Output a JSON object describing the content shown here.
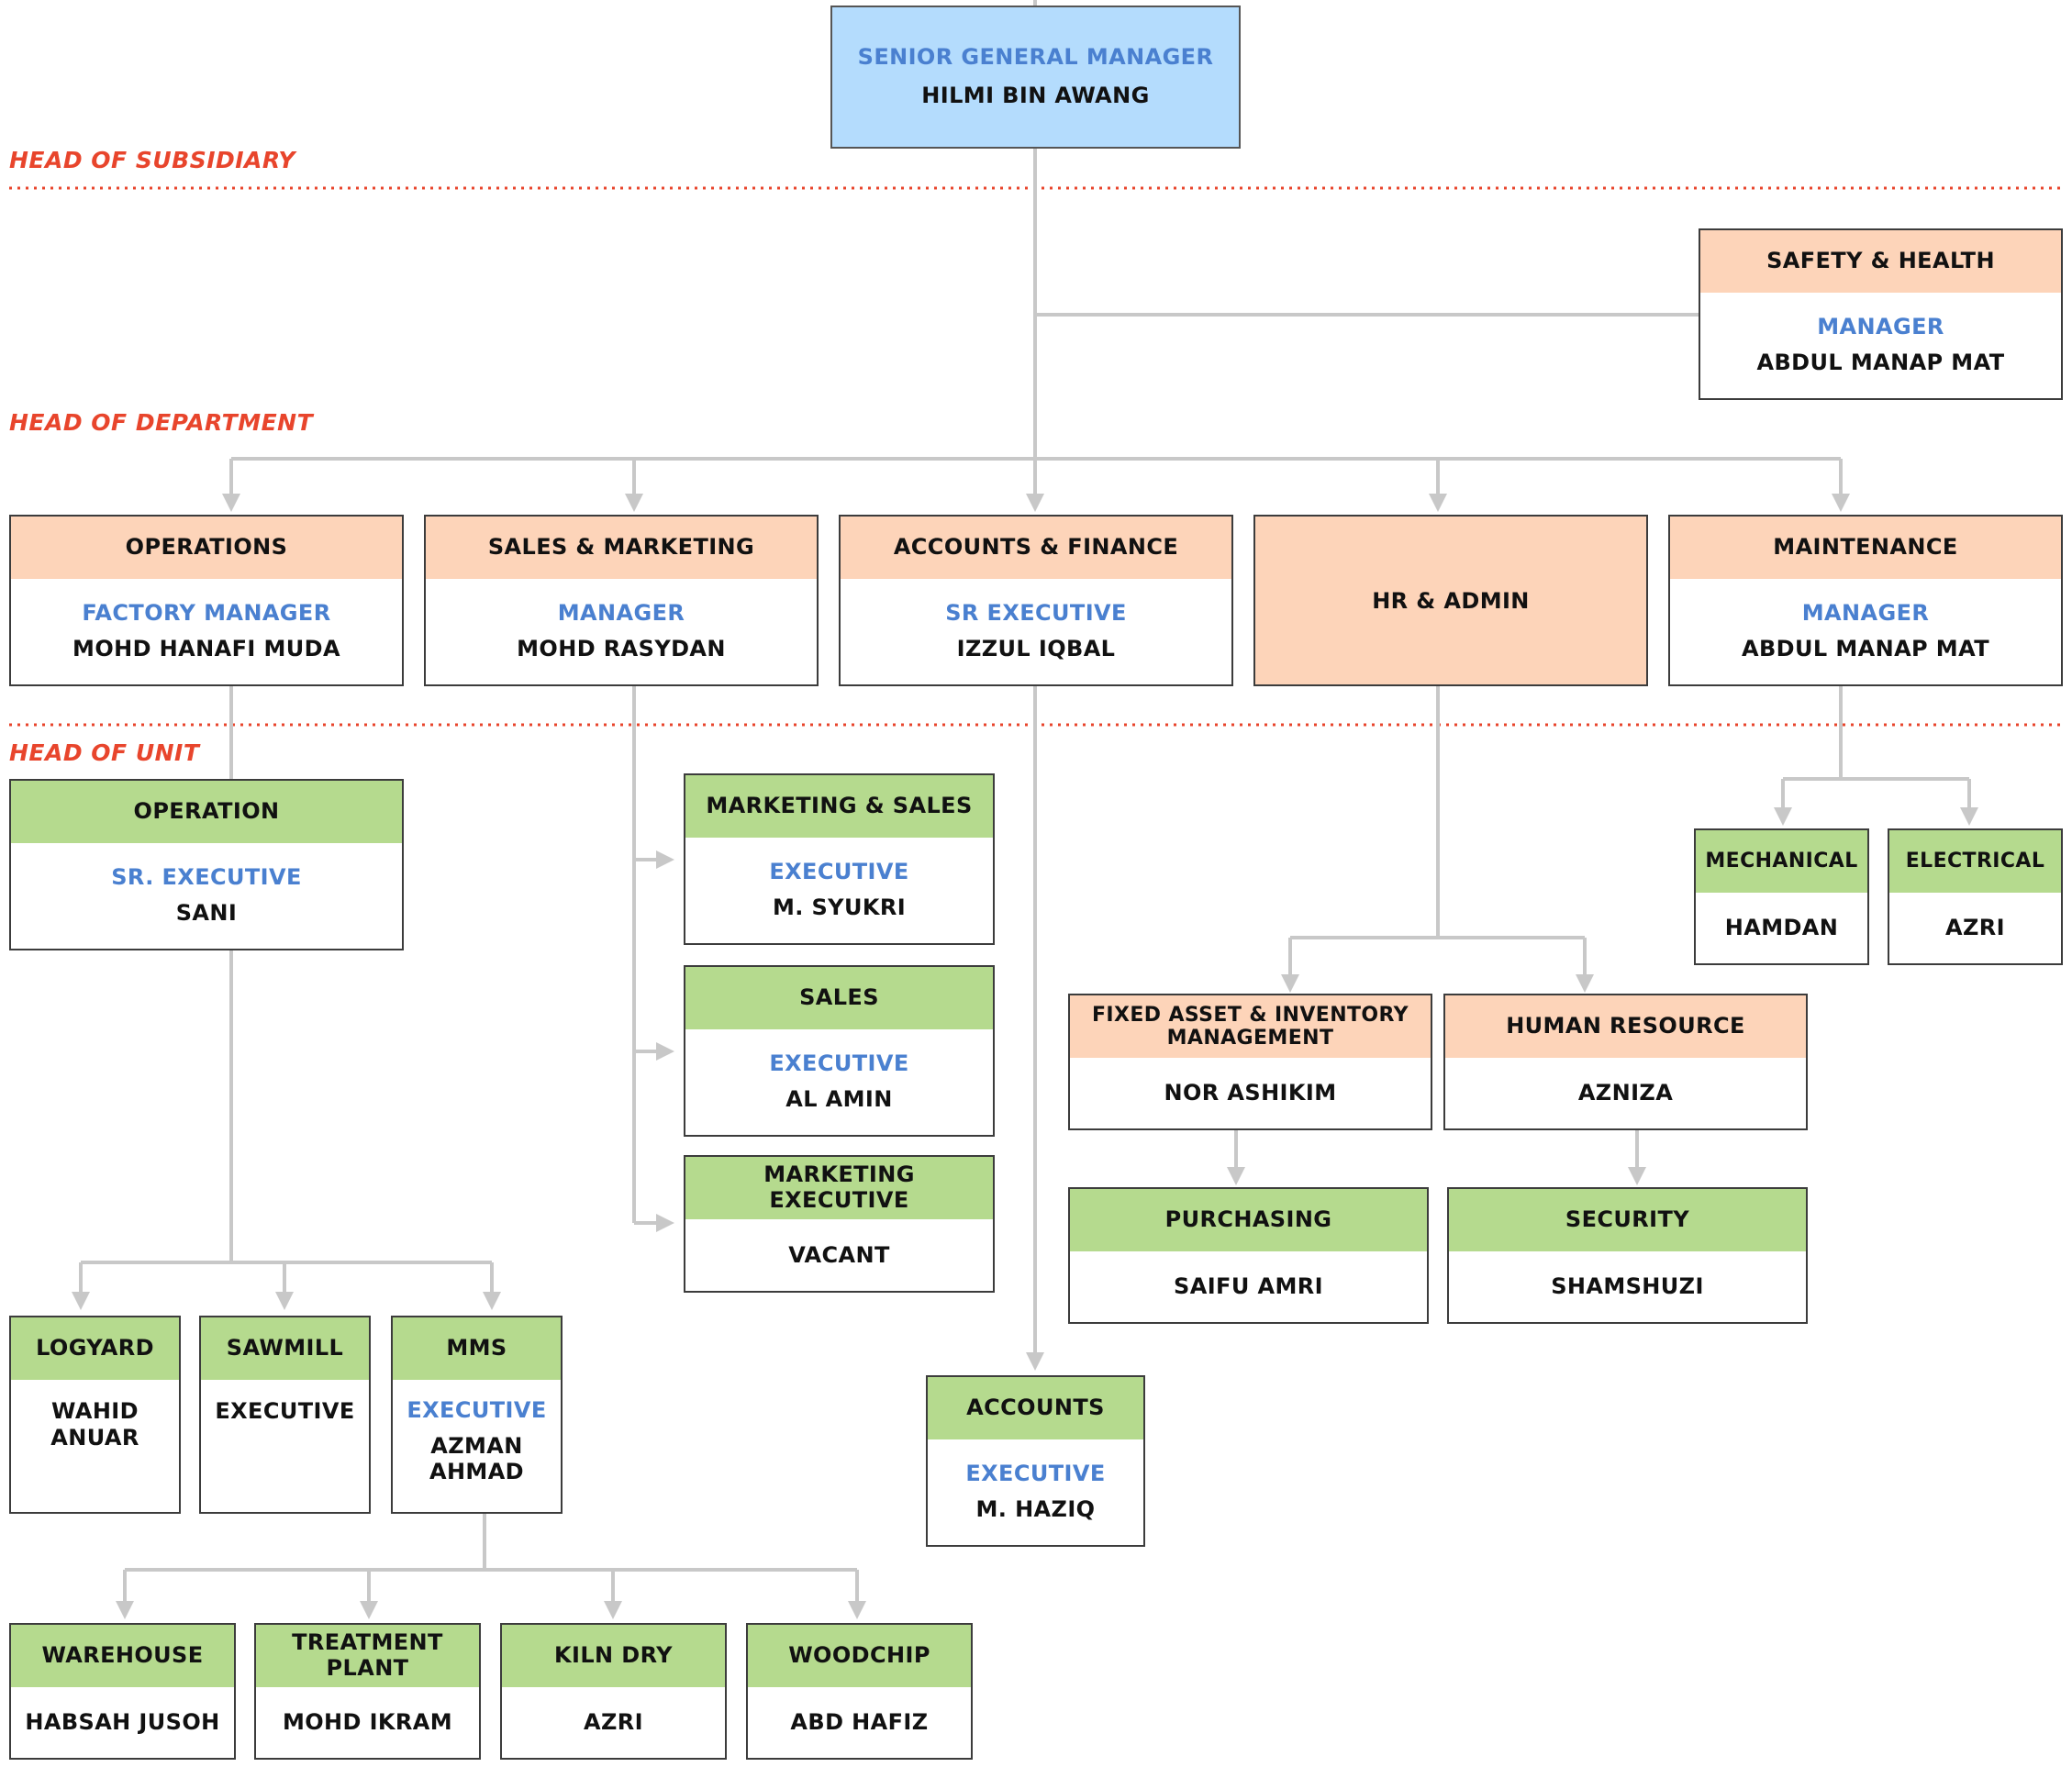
{
  "bands": {
    "subsidiary": "HEAD OF SUBSIDIARY",
    "department": "HEAD OF DEPARTMENT",
    "unit": "HEAD OF UNIT"
  },
  "colors": {
    "root_fill": "#b4dcfd",
    "department_header": "#fdd4b9",
    "unit_header": "#b5da8e",
    "role_text": "#4a80d0",
    "band_line": "#e8452c",
    "connector": "#c8c8c8"
  },
  "root": {
    "role": "SENIOR GENERAL MANAGER",
    "name": "HILMI BIN AWANG"
  },
  "safety": {
    "title": "SAFETY & HEALTH",
    "role": "MANAGER",
    "name": "ABDUL MANAP MAT"
  },
  "departments": {
    "operations": {
      "title": "OPERATIONS",
      "role": "FACTORY MANAGER",
      "name": "MOHD HANAFI MUDA"
    },
    "sales_marketing": {
      "title": "SALES & MARKETING",
      "role": "MANAGER",
      "name": "MOHD RASYDAN"
    },
    "accounts_finance": {
      "title": "ACCOUNTS & FINANCE",
      "role": "SR EXECUTIVE",
      "name": "IZZUL IQBAL"
    },
    "hr_admin": {
      "title": "HR & ADMIN"
    },
    "maintenance": {
      "title": "MAINTENANCE",
      "role": "MANAGER",
      "name": "ABDUL MANAP MAT"
    }
  },
  "units": {
    "operation": {
      "title": "OPERATION",
      "role": "SR. EXECUTIVE",
      "name": "SANI"
    },
    "marketing_sales": {
      "title": "MARKETING & SALES",
      "role": "EXECUTIVE",
      "name": "M. SYUKRI"
    },
    "sales": {
      "title": "SALES",
      "role": "EXECUTIVE",
      "name": "AL AMIN"
    },
    "marketing_exec": {
      "title": "MARKETING EXECUTIVE",
      "name": "VACANT"
    },
    "accounts": {
      "title": "ACCOUNTS",
      "role": "EXECUTIVE",
      "name": "M. HAZIQ"
    },
    "fixed_asset": {
      "title": "FIXED ASSET & INVENTORY MANAGEMENT",
      "name": "NOR ASHIKIM"
    },
    "human_resource": {
      "title": "HUMAN RESOURCE",
      "name": "AZNIZA"
    },
    "purchasing": {
      "title": "PURCHASING",
      "name": "SAIFU AMRI"
    },
    "security": {
      "title": "SECURITY",
      "name": "SHAMSHUZI"
    },
    "mechanical": {
      "title": "MECHANICAL",
      "name": "HAMDAN"
    },
    "electrical": {
      "title": "ELECTRICAL",
      "name": "AZRI"
    },
    "logyard": {
      "title": "LOGYARD",
      "name": "WAHID ANUAR"
    },
    "sawmill": {
      "title": "SAWMILL",
      "name": "EXECUTIVE"
    },
    "mms": {
      "title": "MMS",
      "role": "EXECUTIVE",
      "name": "AZMAN AHMAD"
    },
    "warehouse": {
      "title": "WAREHOUSE",
      "name": "HABSAH JUSOH"
    },
    "treatment": {
      "title": "TREATMENT PLANT",
      "name": "MOHD IKRAM"
    },
    "kiln": {
      "title": "KILN DRY",
      "name": "AZRI"
    },
    "woodchip": {
      "title": "WOODCHIP",
      "name": "ABD HAFIZ"
    }
  }
}
